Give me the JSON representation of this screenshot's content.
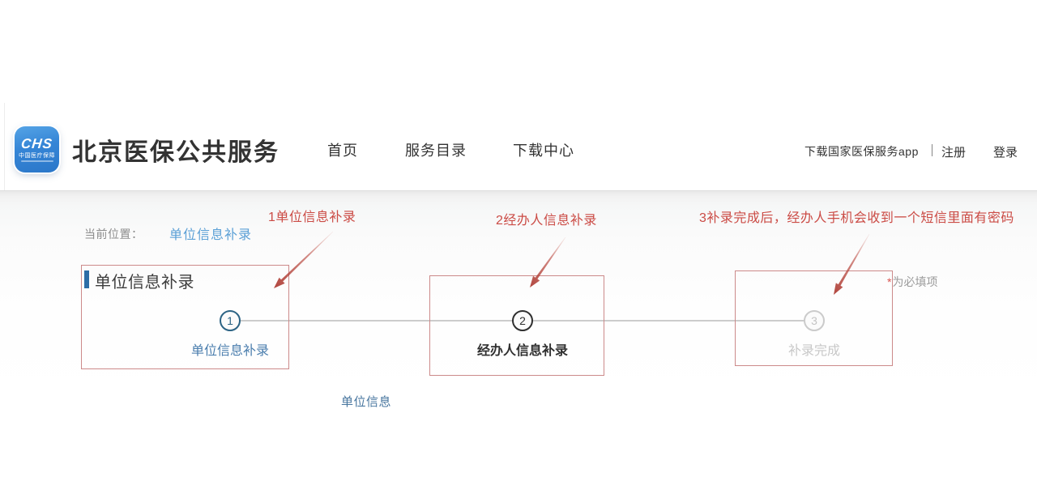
{
  "header": {
    "logo": {
      "acronym": "CHS",
      "subtitle": "中国医疗保障"
    },
    "site_title": "北京医保公共服务",
    "nav": [
      {
        "label": "首页"
      },
      {
        "label": "服务目录"
      },
      {
        "label": "下载中心"
      }
    ],
    "links": {
      "download_app": "下载国家医保服务app",
      "divider": "｜",
      "register": "注册",
      "login": "登录"
    }
  },
  "breadcrumb": {
    "label": "当前位置：",
    "current": "单位信息补录"
  },
  "main": {
    "panel_title": "单位信息补录",
    "steps": [
      {
        "number": "1",
        "label": "单位信息补录",
        "state": "active"
      },
      {
        "number": "2",
        "label": "经办人信息补录",
        "state": "current"
      },
      {
        "number": "3",
        "label": "补录完成",
        "state": "pending"
      }
    ],
    "required_note": {
      "asterisk": "*",
      "text": "为必填项"
    },
    "section_label": "单位信息"
  },
  "annotations": {
    "notes": [
      {
        "text": "1单位信息补录"
      },
      {
        "text": "2经办人信息补录"
      },
      {
        "text": "3补录完成后，经办人手机会收到一个短信里面有密码"
      }
    ],
    "accent_color": "#cb4b45",
    "box_border_color": "#cc8a8a"
  },
  "colors": {
    "brand_blue": "#2d6da6",
    "link_blue": "#5ba0d6",
    "step_active_blue": "#2c6384",
    "step_pending_gray": "#c8c8c8"
  }
}
